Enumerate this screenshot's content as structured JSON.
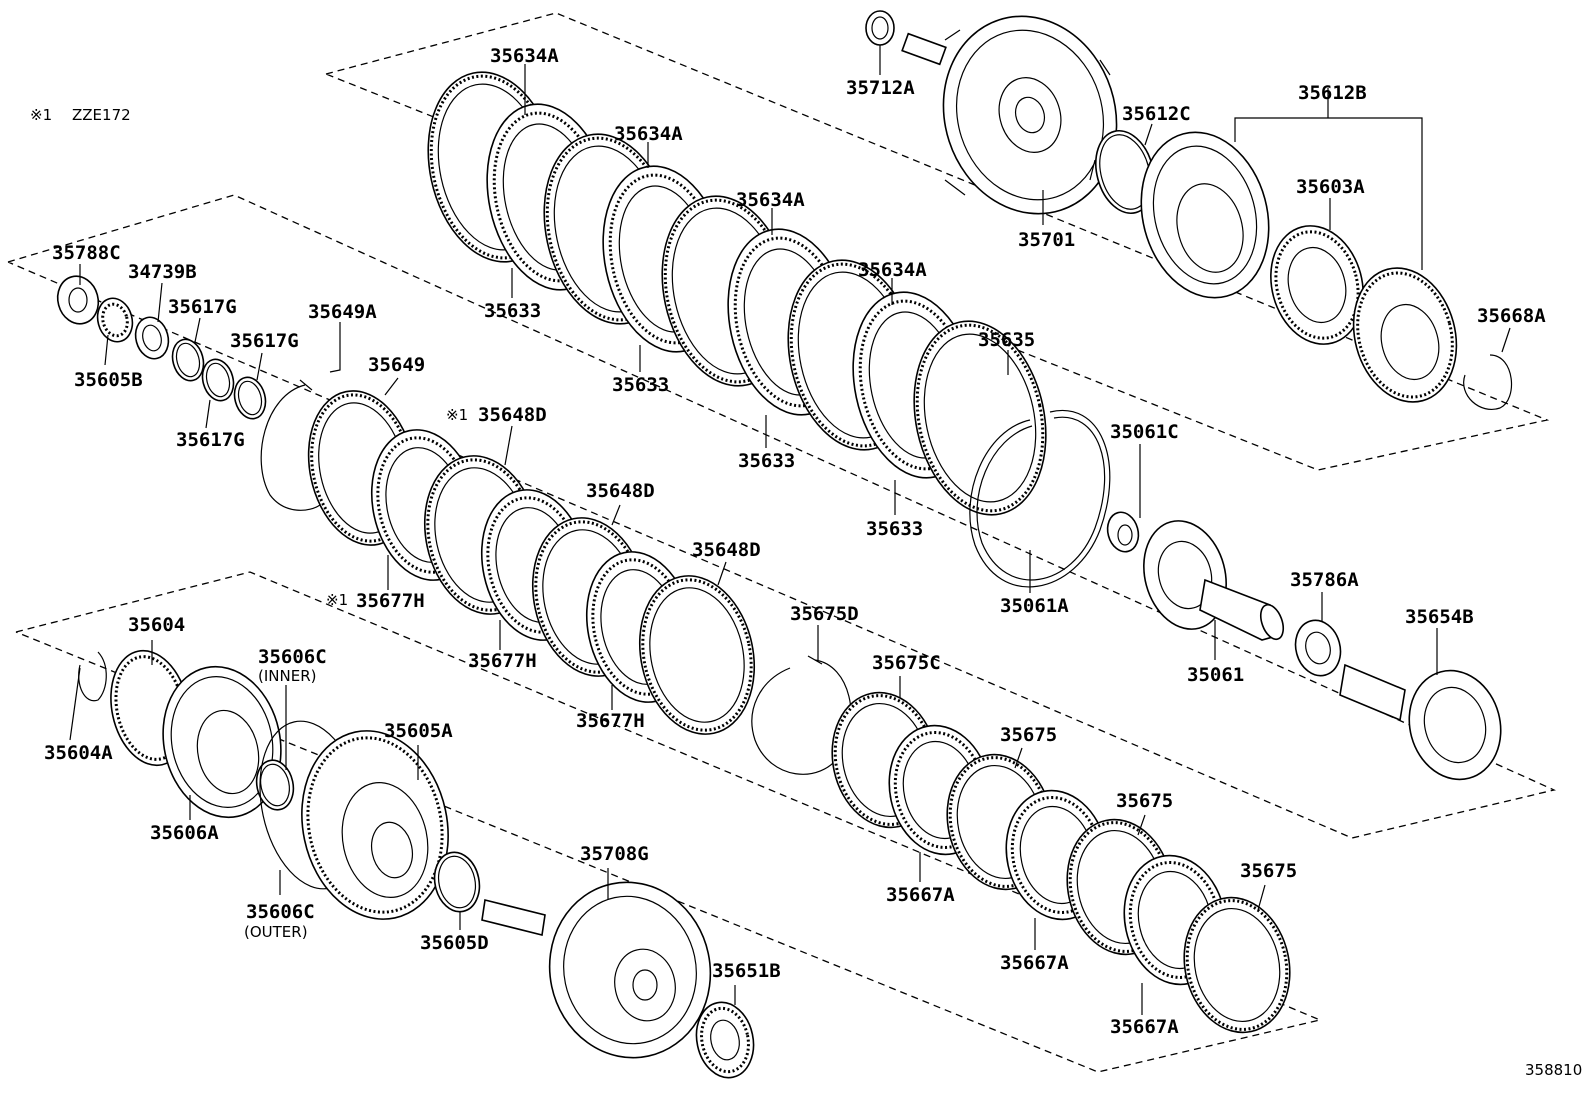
{
  "note": {
    "mark": "※1",
    "model": "ZZE172"
  },
  "figure_code": "358810",
  "labels": {
    "35634A_1": "35634A",
    "35634A_2": "35634A",
    "35634A_3": "35634A",
    "35634A_4": "35634A",
    "35633_1": "35633",
    "35633_2": "35633",
    "35633_3": "35633",
    "35633_4": "35633",
    "35635": "35635",
    "35712A": "35712A",
    "35701": "35701",
    "35612C": "35612C",
    "35612B": "35612B",
    "35603A": "35603A",
    "35668A": "35668A",
    "35061C": "35061C",
    "35061A": "35061A",
    "35061": "35061",
    "35786A": "35786A",
    "35654B": "35654B",
    "35788C": "35788C",
    "34739B": "34739B",
    "35605B": "35605B",
    "35617G_1": "35617G",
    "35617G_2": "35617G",
    "35617G_3": "35617G",
    "35649A": "35649A",
    "35649": "35649",
    "35648D_1": "35648D",
    "35648D_2": "35648D",
    "35648D_3": "35648D",
    "35677H_1": "35677H",
    "35677H_2": "35677H",
    "35677H_3": "35677H",
    "mark_1": "※1",
    "mark_2": "※1",
    "35604": "35604",
    "35604A": "35604A",
    "35606C_inner": "35606C",
    "inner_note": "(INNER)",
    "35606C_outer": "35606C",
    "outer_note": "(OUTER)",
    "35605A": "35605A",
    "35606A": "35606A",
    "35605D": "35605D",
    "35708G": "35708G",
    "35651B": "35651B",
    "35675D": "35675D",
    "35675C": "35675C",
    "35675_1": "35675",
    "35675_2": "35675",
    "35675_3": "35675",
    "35667A_1": "35667A",
    "35667A_2": "35667A",
    "35667A_3": "35667A"
  }
}
